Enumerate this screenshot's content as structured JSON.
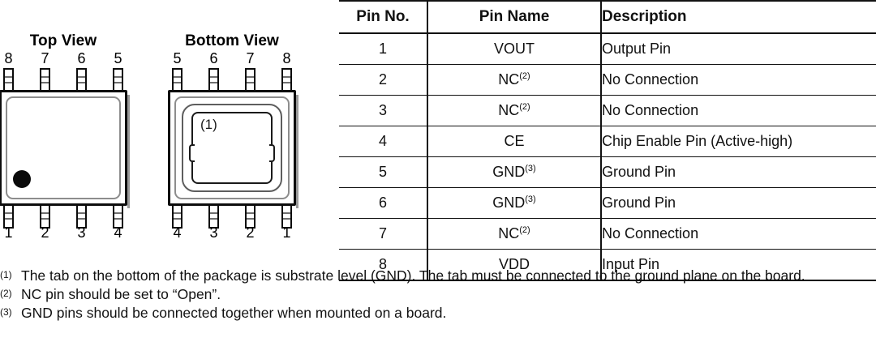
{
  "diagrams": {
    "top_view": {
      "title": "Top View",
      "top_pin_labels": [
        "8",
        "7",
        "6",
        "5"
      ],
      "bottom_pin_labels": [
        "1",
        "2",
        "3",
        "4"
      ],
      "marker": "pin1-dot"
    },
    "bottom_view": {
      "title": "Bottom View",
      "top_pin_labels": [
        "5",
        "6",
        "7",
        "8"
      ],
      "bottom_pin_labels": [
        "4",
        "3",
        "2",
        "1"
      ],
      "pad_note": "(1)"
    }
  },
  "table": {
    "headers": [
      "Pin No.",
      "Pin Name",
      "Description"
    ],
    "rows": [
      {
        "pin_no": "1",
        "pin_name": "VOUT",
        "pin_name_sup": "",
        "description": "Output Pin"
      },
      {
        "pin_no": "2",
        "pin_name": "NC",
        "pin_name_sup": "(2)",
        "description": "No Connection"
      },
      {
        "pin_no": "3",
        "pin_name": "NC",
        "pin_name_sup": "(2)",
        "description": "No Connection"
      },
      {
        "pin_no": "4",
        "pin_name": "CE",
        "pin_name_sup": "",
        "description": "Chip Enable Pin (Active-high)"
      },
      {
        "pin_no": "5",
        "pin_name": "GND",
        "pin_name_sup": "(3)",
        "description": "Ground Pin"
      },
      {
        "pin_no": "6",
        "pin_name": "GND",
        "pin_name_sup": "(3)",
        "description": "Ground Pin"
      },
      {
        "pin_no": "7",
        "pin_name": "NC",
        "pin_name_sup": "(2)",
        "description": "No Connection"
      },
      {
        "pin_no": "8",
        "pin_name": "VDD",
        "pin_name_sup": "",
        "description": "Input Pin"
      }
    ]
  },
  "footnotes": [
    {
      "marker": "(1)",
      "text": "The tab on the bottom of the package is substrate level (GND). The tab must be connected to the ground plane on the board."
    },
    {
      "marker": "(2)",
      "text": "NC pin should be set to “Open”."
    },
    {
      "marker": "(3)",
      "text": "GND pins should be connected together when mounted on a board."
    }
  ],
  "colors": {
    "ink": "#111111",
    "pin_outline": "#0b0b0b",
    "pad_gray": "#5e5e5e"
  }
}
